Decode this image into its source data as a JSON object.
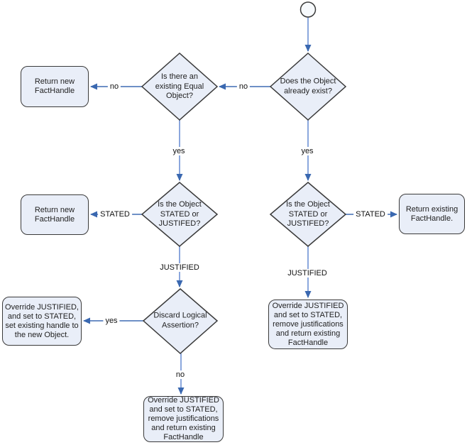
{
  "diagram": {
    "type": "flowchart",
    "colors": {
      "node_fill": "#e9eef8",
      "node_border": "#3a3a3a",
      "connector_vertical": "#8ba7dd",
      "connector_horizontal": "#3f6cb4",
      "arrowhead": "#3a68b0",
      "background": "#ffffff"
    }
  },
  "nodes": {
    "does_exist": {
      "text": "Does the Object\nalready exist?"
    },
    "existing_equal": {
      "text": "Is there an\nexisting Equal\nObject?"
    },
    "return_new_1": {
      "text": "Return new\nFactHandle"
    },
    "return_new_2": {
      "text": "Return new\nFactHandle"
    },
    "stated_left": {
      "text": "Is the Object\nSTATED or\nJUSTIFED?"
    },
    "stated_right": {
      "text": "Is the Object\nSTATED or\nJUSTIFED?"
    },
    "return_existing": {
      "text": "Return existing\nFactHandle."
    },
    "discard_logical": {
      "text": "Discard Logical\nAssertion?"
    },
    "override_left": {
      "text": "Override JUSTIFIED,\nand set to STATED,\nset existing handle to\nthe new Object."
    },
    "override_right": {
      "text": "Override JUSTIFIED\nand set to STATED,\nremove justifications\nand return existing\nFactHandle"
    },
    "override_bottom": {
      "text": "Override JUSTIFIED\nand set to STATED,\nremove justifications\nand return existing\nFactHandle"
    }
  },
  "edge_labels": {
    "exist_no": "no",
    "equal_no": "no",
    "equal_yes": "yes",
    "exist_yes": "yes",
    "stated_left_stated": "STATED",
    "stated_right_stated": "STATED",
    "stated_left_justified": "JUSTIFIED",
    "stated_right_justified": "JUSTIFIED",
    "discard_yes": "yes",
    "discard_no": "no"
  }
}
